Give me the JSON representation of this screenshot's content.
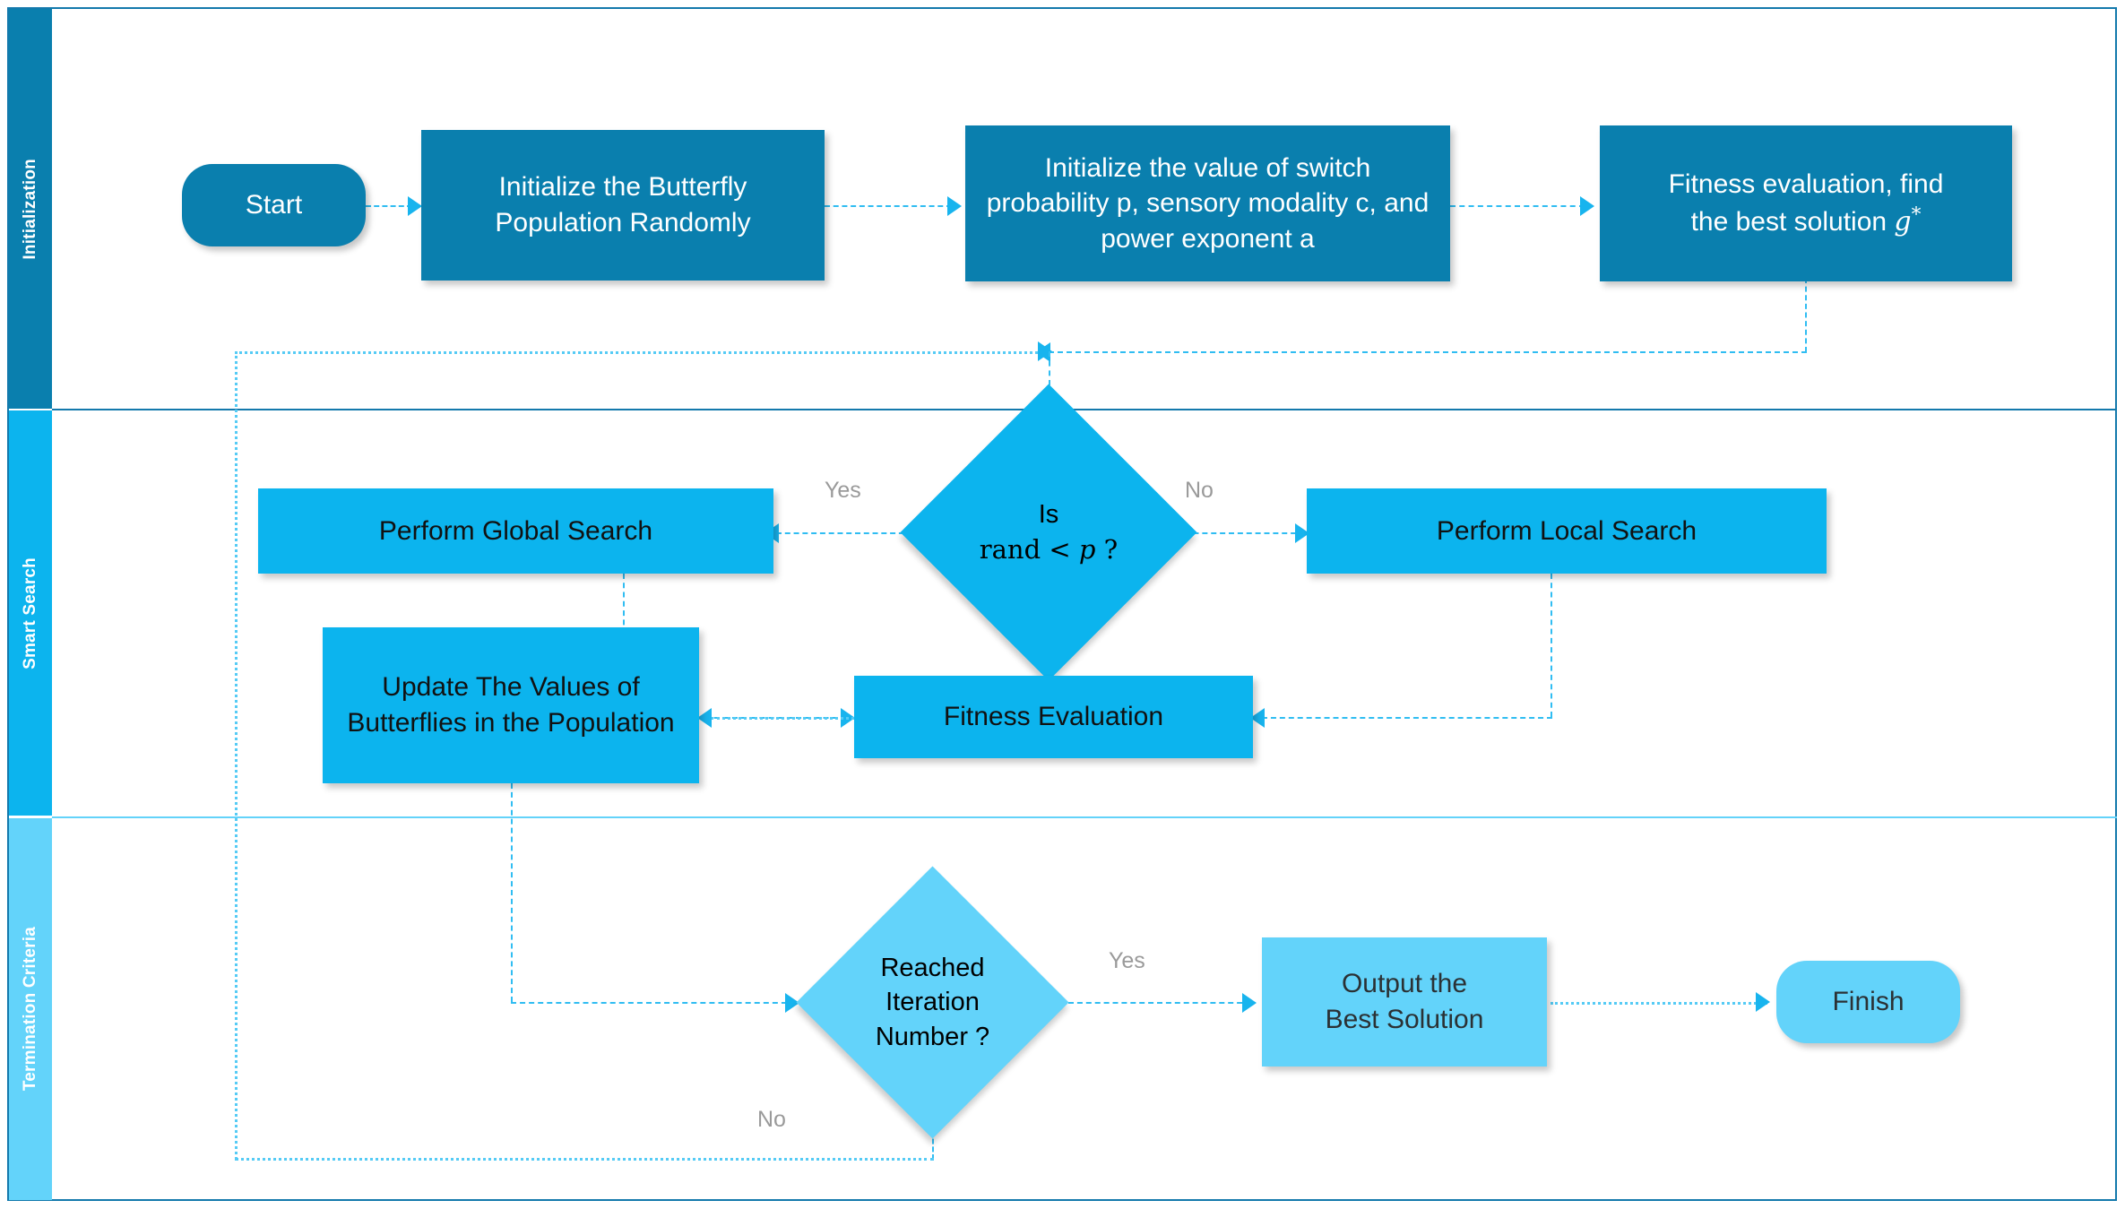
{
  "diagram": {
    "title": "Butterfly Optimization Algorithm Flowchart",
    "colors": {
      "lane_initialization": "#0A7FAE",
      "lane_smart_search": "#0CB4EE",
      "lane_termination": "#63D3FA",
      "connector": "#30BDF2",
      "arrow": "#18B4EE",
      "edge_label": "#9A9A9A",
      "frame_border": "#1379AC",
      "background": "#FFFFFF"
    }
  },
  "lanes": [
    {
      "id": "initialization",
      "label": "Initialization"
    },
    {
      "id": "smart-search",
      "label": "Smart Search"
    },
    {
      "id": "termination",
      "label": "Termination Criteria"
    }
  ],
  "nodes": {
    "start": {
      "label": "Start",
      "shape": "terminator",
      "lane": "initialization"
    },
    "init_population": {
      "label": "Initialize the Butterfly Population Randomly",
      "shape": "process",
      "lane": "initialization"
    },
    "init_params": {
      "label": "Initialize the value of switch probability p, sensory modality c, and power exponent a",
      "shape": "process",
      "lane": "initialization"
    },
    "fitness_best": {
      "shape": "process",
      "lane": "initialization",
      "line1": "Fitness evaluation, find",
      "line2_pre": "the best solution ",
      "line2_sym": "g",
      "line2_sup": "*",
      "label": "Fitness evaluation, find the best solution g*"
    },
    "decision_rand": {
      "shape": "decision",
      "lane": "smart-search",
      "line1": "Is",
      "line2_pre": "rand",
      "line2_op": " < ",
      "line2_sym": "p",
      "line2_post": " ?",
      "label": "Is rand < p ?"
    },
    "global_search": {
      "label": "Perform Global Search",
      "shape": "process",
      "lane": "smart-search"
    },
    "local_search": {
      "label": "Perform Local Search",
      "shape": "process",
      "lane": "smart-search"
    },
    "fitness_eval": {
      "label": "Fitness Evaluation",
      "shape": "process",
      "lane": "smart-search"
    },
    "update_values": {
      "label": "Update The Values of Butterflies in the Population",
      "shape": "process",
      "lane": "smart-search"
    },
    "decision_iter": {
      "label": "Reached Iteration Number ?",
      "shape": "decision",
      "lane": "termination",
      "line1": "Reached",
      "line2": "Iteration",
      "line3": "Number ?"
    },
    "output_best": {
      "label": "Output the Best Solution",
      "shape": "process",
      "lane": "termination",
      "line1": "Output the",
      "line2": "Best Solution"
    },
    "finish": {
      "label": "Finish",
      "shape": "terminator",
      "lane": "termination"
    }
  },
  "edge_labels": {
    "rand_yes": "Yes",
    "rand_no": "No",
    "iter_yes": "Yes",
    "iter_no": "No"
  }
}
